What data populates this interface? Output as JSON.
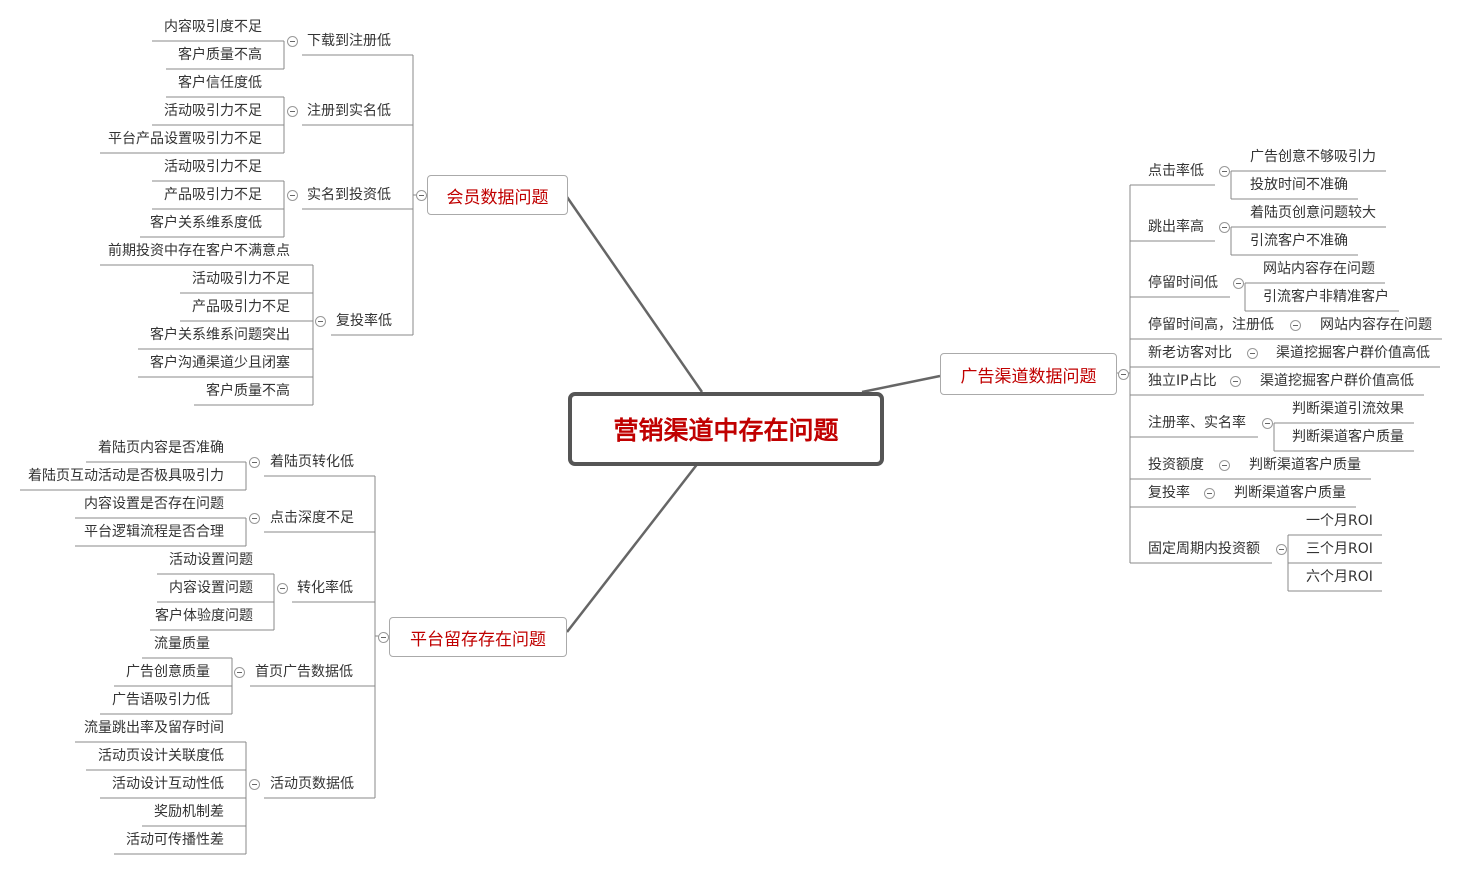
{
  "title": "营销渠道中存在问题",
  "branches": {
    "member": {
      "label": "会员数据问题",
      "groups": [
        {
          "label": "下载到注册低",
          "items": [
            "内容吸引度不足",
            "客户质量不高"
          ]
        },
        {
          "label": "注册到实名低",
          "items": [
            "客户信任度低",
            "活动吸引力不足",
            "平台产品设置吸引力不足"
          ]
        },
        {
          "label": "实名到投资低",
          "items": [
            "活动吸引力不足",
            "产品吸引力不足",
            "客户关系维系度低"
          ]
        },
        {
          "label": "复投率低",
          "items": [
            "前期投资中存在客户不满意点",
            "活动吸引力不足",
            "产品吸引力不足",
            "客户关系维系问题突出",
            "客户沟通渠道少且闭塞",
            "客户质量不高"
          ]
        }
      ]
    },
    "retention": {
      "label": "平台留存存在问题",
      "groups": [
        {
          "label": "着陆页转化低",
          "items": [
            "着陆页内容是否准确",
            "着陆页互动活动是否极具吸引力"
          ]
        },
        {
          "label": "点击深度不足",
          "items": [
            "内容设置是否存在问题",
            "平台逻辑流程是否合理"
          ]
        },
        {
          "label": "转化率低",
          "items": [
            "活动设置问题",
            "内容设置问题",
            "客户体验度问题"
          ]
        },
        {
          "label": "首页广告数据低",
          "items": [
            "流量质量",
            "广告创意质量",
            "广告语吸引力低"
          ]
        },
        {
          "label": "活动页数据低",
          "items": [
            "流量跳出率及留存时间",
            "活动页设计关联度低",
            "活动设计互动性低",
            "奖励机制差",
            "活动可传播性差"
          ]
        }
      ]
    },
    "ad": {
      "label": "广告渠道数据问题",
      "groups": [
        {
          "label": "点击率低",
          "items": [
            "广告创意不够吸引力",
            "投放时间不准确"
          ]
        },
        {
          "label": "跳出率高",
          "items": [
            "着陆页创意问题较大",
            "引流客户不准确"
          ]
        },
        {
          "label": "停留时间低",
          "items": [
            "网站内容存在问题",
            "引流客户非精准客户"
          ]
        },
        {
          "label": "停留时间高，注册低",
          "items": [
            "网站内容存在问题"
          ]
        },
        {
          "label": "新老访客对比",
          "items": [
            "渠道挖掘客户群价值高低"
          ]
        },
        {
          "label": "独立IP占比",
          "items": [
            "渠道挖掘客户群价值高低"
          ]
        },
        {
          "label": "注册率、实名率",
          "items": [
            "判断渠道引流效果",
            "判断渠道客户质量"
          ]
        },
        {
          "label": "投资额度",
          "items": [
            "判断渠道客户质量"
          ]
        },
        {
          "label": "复投率",
          "items": [
            "判断渠道客户质量"
          ]
        },
        {
          "label": "固定周期内投资额",
          "items": [
            "一个月ROI",
            "三个月ROI",
            "六个月ROI"
          ]
        }
      ]
    }
  }
}
